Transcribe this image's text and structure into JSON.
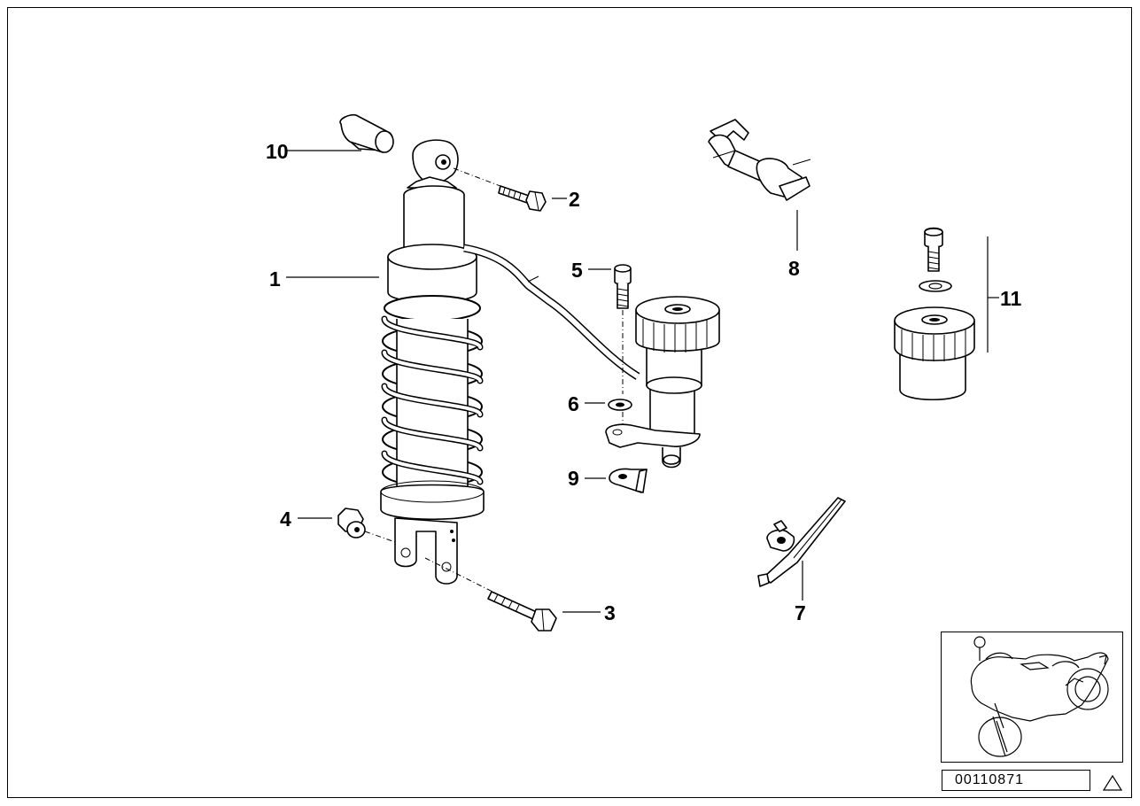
{
  "callouts": {
    "c1": "1",
    "c2": "2",
    "c3": "3",
    "c4": "4",
    "c5": "5",
    "c6": "6",
    "c7": "7",
    "c8": "8",
    "c9": "9",
    "c10": "10",
    "c11": "11"
  },
  "reference_number": "00110871",
  "icons": {
    "warning": "warning-triangle-icon",
    "motorcycle": "motorcycle-thumbnail-icon"
  }
}
